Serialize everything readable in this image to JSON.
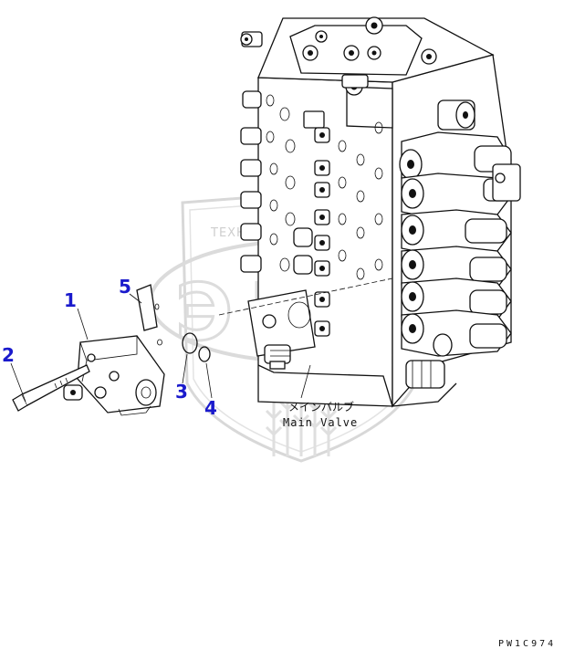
{
  "diagram": {
    "callouts": [
      {
        "id": "1",
        "text": "1"
      },
      {
        "id": "2",
        "text": "2"
      },
      {
        "id": "3",
        "text": "3"
      },
      {
        "id": "4",
        "text": "4"
      },
      {
        "id": "5",
        "text": "5"
      }
    ],
    "component_label": {
      "jp": "メインバルブ",
      "en": "Main Valve"
    },
    "drawing_code": "PW1C974",
    "watermark": {
      "text": "ТЕХНИКА И ЗАПЧАСТИ",
      "letters": "ЭПФ"
    },
    "colors": {
      "callout": "#1a1acc",
      "line": "#111111",
      "watermark": "#c9c9c9"
    }
  }
}
